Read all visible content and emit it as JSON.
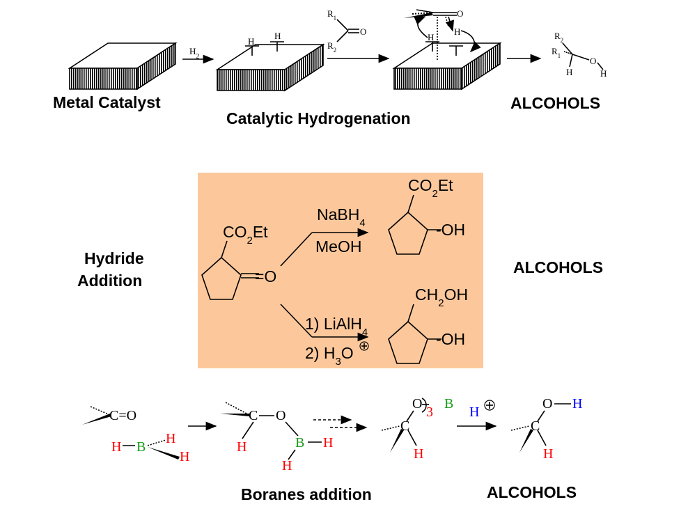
{
  "colors": {
    "panel_bg": "#fcc89b",
    "hydrogen_red": "#ff0000",
    "boron_green": "#1a9a1a",
    "proton_blue": "#0000ff"
  },
  "section_labels": {
    "metal_catalyst": "Metal Catalyst",
    "catalytic_hydrogenation": "Catalytic Hydrogenation",
    "alcohols_top": "ALCOHOLS",
    "hydride_line1": "Hydride",
    "hydride_line2": "Addition",
    "alcohols_middle": "ALCOHOLS",
    "boranes_addition": "Boranes addition",
    "alcohols_bottom": "ALCOHOLS"
  },
  "hydrogenation": {
    "h2_main": "H",
    "h2_sub": "2",
    "h_atom": "H",
    "r1_main": "R",
    "r1_sub": "1",
    "r2_main": "R",
    "r2_sub": "2",
    "o_atom": "O"
  },
  "hydride": {
    "co2et_co": "CO",
    "co2et_sub": "2",
    "co2et_et": "Et",
    "ketone_o": "=O",
    "nabh4_main": "NaBH",
    "nabh4_sub": "4",
    "meoh": "MeOH",
    "step1": "1) LiAlH",
    "step1_sub": "4",
    "step2": "2) H",
    "step2_sub": "3",
    "step2_o": "O",
    "oh": "-OH",
    "ch2oh_ch": "CH",
    "ch2oh_sub": "2",
    "ch2oh_oh": "OH"
  },
  "borane": {
    "c_atom": "C",
    "o_atom": "O",
    "b_atom": "B",
    "h_atom": "H",
    "carbonyl": "C=O",
    "bh_h": "H",
    "bh_dash": "—",
    "three": "3",
    "proton_h": "H",
    "oh_h": "H"
  }
}
